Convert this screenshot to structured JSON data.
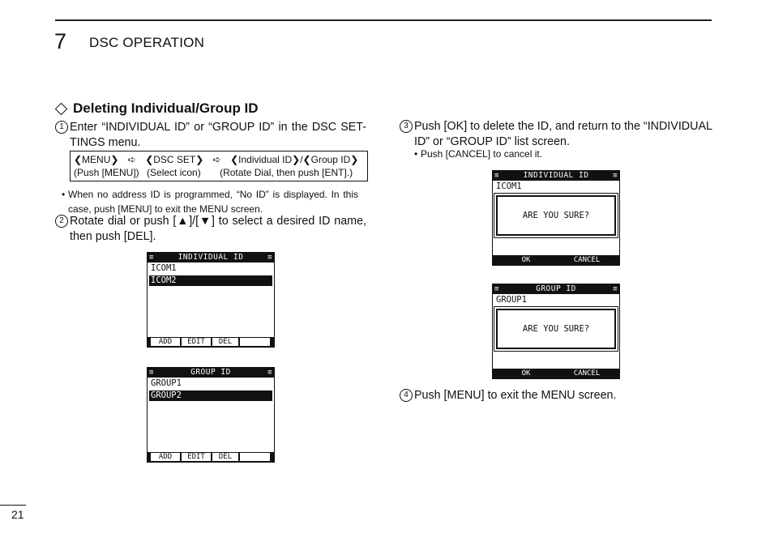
{
  "header": {
    "chapter_number": "7",
    "chapter_title": "DSC OPERATION"
  },
  "section": {
    "title": "Deleting Individual/Group ID"
  },
  "steps": {
    "s1": {
      "num": "1",
      "text": "Enter “INDIVIDUAL ID” or “GROUP ID” in the DSC SET-TINGS menu."
    },
    "menu_path": {
      "row1a": "❮MENU❯",
      "arrow1": "➪",
      "row1b": "❮DSC SET❯",
      "arrow2": "➪",
      "row1c": "❮Individual ID❯/❮Group ID❯",
      "row2a": "(Push [MENU])",
      "row2b": "(Select icon)",
      "row2c": "(Rotate Dial, then push [ENT].)"
    },
    "note1": "When no address ID is programmed, “No ID” is displayed. In this case, push [MENU] to exit the MENU screen.",
    "s2": {
      "num": "2",
      "text": "Rotate dial or push [▲]/[▼] to select a desired ID name, then push [DEL]."
    },
    "s3": {
      "num": "3",
      "text": "Push [OK] to delete the ID, and return to the “INDIVIDUAL ID” or “GROUP ID” list screen."
    },
    "note3": "Push [CANCEL] to cancel it.",
    "s4": {
      "num": "4",
      "text": "Push [MENU] to exit the MENU screen."
    }
  },
  "screens": {
    "ind_list": {
      "title": "INDIVIDUAL ID",
      "items": [
        "ICOM1",
        "ICOM2"
      ],
      "keys": [
        "ADD",
        "EDIT",
        "DEL"
      ]
    },
    "grp_list": {
      "title": "GROUP ID",
      "items": [
        "GROUP1",
        "GROUP2"
      ],
      "keys": [
        "ADD",
        "EDIT",
        "DEL"
      ]
    },
    "ind_confirm": {
      "title": "INDIVIDUAL ID",
      "item": "ICOM1",
      "dialog": "ARE YOU SURE?",
      "keys": [
        "OK",
        "CANCEL"
      ]
    },
    "grp_confirm": {
      "title": "GROUP ID",
      "item": "GROUP1",
      "dialog": "ARE YOU SURE?",
      "keys": [
        "OK",
        "CANCEL"
      ]
    }
  },
  "footer": {
    "page_number": "21"
  }
}
